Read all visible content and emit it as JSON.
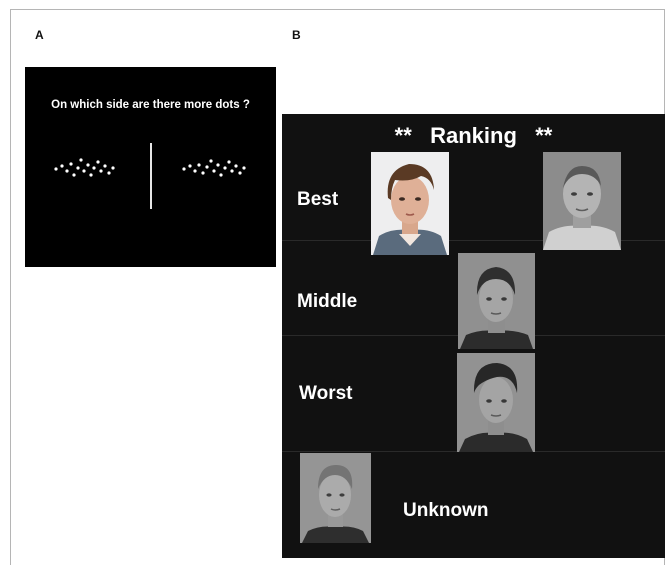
{
  "panel_a": {
    "letter": "A",
    "question": "On which side are there more dots ?"
  },
  "panel_b": {
    "letter": "B",
    "title": "**   Ranking   **",
    "labels": {
      "best": "Best",
      "middle": "Middle",
      "worst": "Worst",
      "unknown": "Unknown"
    }
  },
  "colors": {
    "panel_a_bg": "#000000",
    "panel_b_bg": "#111111",
    "text": "#ffffff"
  },
  "icons": [
    "dot-array-left",
    "dot-array-right",
    "face-photo"
  ]
}
